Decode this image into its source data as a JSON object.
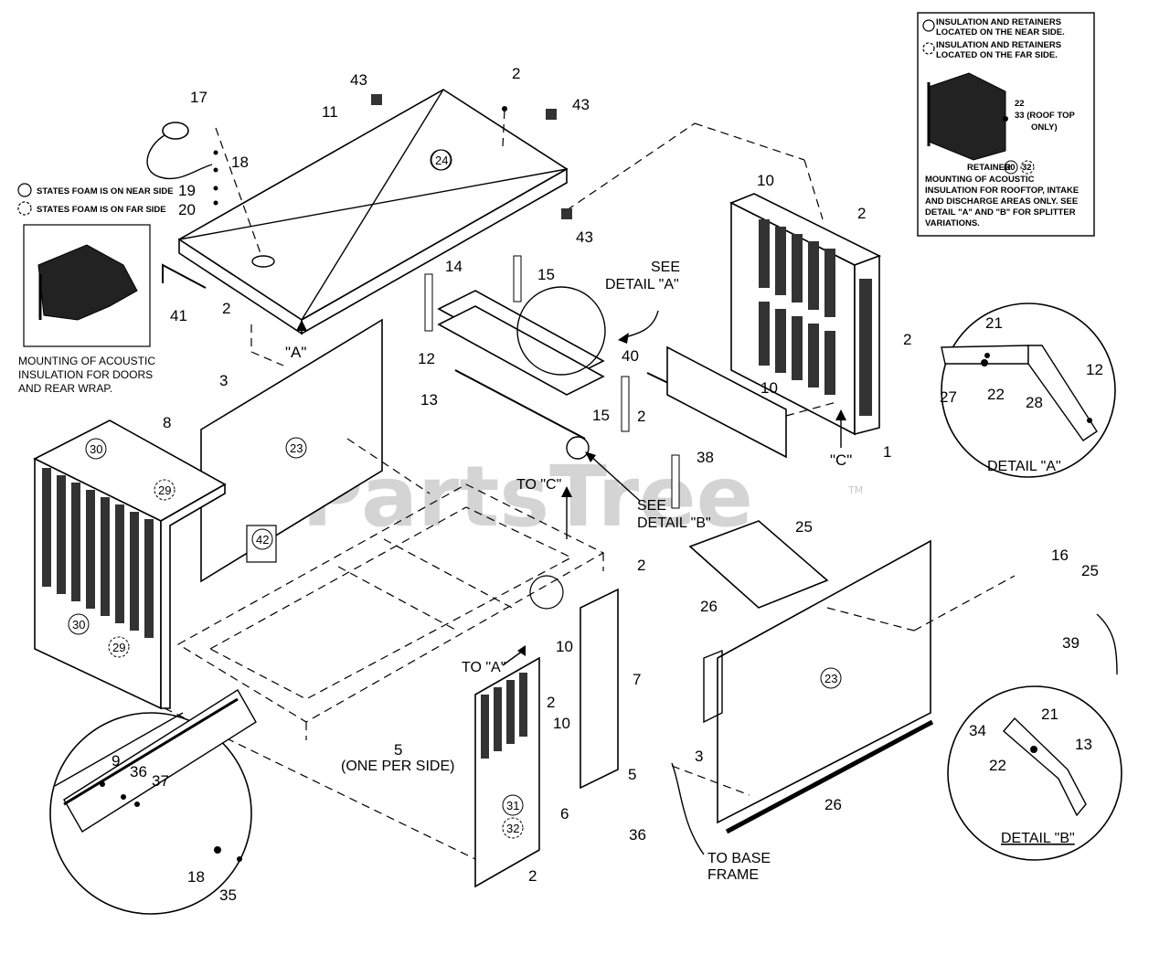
{
  "watermark": "PartsTree",
  "watermark_tm": "TM",
  "callouts": {
    "c17": "17",
    "c11": "11",
    "c43a": "43",
    "c2a": "2",
    "c43b": "43",
    "c18a": "18",
    "c19": "19",
    "c20": "20",
    "c24": "24",
    "c43c": "43",
    "c41": "41",
    "c2b": "2",
    "cA": "\"A\"",
    "c3a": "3",
    "c8": "8",
    "c30a": "30",
    "c29a": "29",
    "c23a": "23",
    "c42": "42",
    "c30b": "30",
    "c29b": "29",
    "c14": "14",
    "c15a": "15",
    "c12a": "12",
    "c13a": "13",
    "c40": "40",
    "c15b": "15",
    "c2c": "2",
    "c10a": "10",
    "c2d": "2",
    "c2e": "2",
    "c10b": "10",
    "c38": "38",
    "cC": "\"C\"",
    "c1": "1",
    "c2f": "2",
    "c25a": "25",
    "c16": "16",
    "c25b": "25",
    "c39": "39",
    "c26a": "26",
    "c23b": "23",
    "c3b": "3",
    "c26b": "26",
    "c7": "7",
    "c10c": "10",
    "c2g": "2",
    "c10d": "10",
    "c5a": "5",
    "c5b": "5",
    "c36a": "36",
    "c6": "6",
    "c31": "31",
    "c32": "32",
    "c2h": "2",
    "c9": "9",
    "c36b": "36",
    "c37": "37",
    "c18b": "18",
    "c35": "35",
    "c21a": "21",
    "c27": "27",
    "c22a": "22",
    "c28": "28",
    "c12b": "12",
    "c34": "34",
    "c21b": "21",
    "c13b": "13",
    "c22b": "22"
  },
  "labels": {
    "see_detail_a_1": "SEE",
    "see_detail_a_2": "DETAIL \"A\"",
    "see_detail_b_1": "SEE",
    "see_detail_b_2": "DETAIL \"B\"",
    "to_c": "TO \"C\"",
    "to_a": "TO \"A\"",
    "one_per_side": "(ONE PER SIDE)",
    "to_base_1": "TO BASE",
    "to_base_2": "FRAME",
    "detail_a": "DETAIL \"A\"",
    "detail_b": "DETAIL \"B\""
  },
  "legend_left": {
    "near": "STATES FOAM IS ON NEAR SIDE",
    "far": "STATES FOAM IS ON FAR SIDE",
    "caption_1": "MOUNTING OF ACOUSTIC",
    "caption_2": "INSULATION FOR DOORS",
    "caption_3": "AND REAR WRAP."
  },
  "legend_right": {
    "near_1": "INSULATION AND RETAINERS",
    "near_2": "LOCATED ON THE NEAR SIDE.",
    "far_1": "INSULATION AND RETAINERS",
    "far_2": "LOCATED ON THE FAR SIDE.",
    "c22": "22",
    "c33": "33 (ROOF TOP",
    "only": "ONLY)",
    "retainer": "RETAINER",
    "r30": "30",
    "r32": "32",
    "caption_1": "MOUNTING OF ACOUSTIC",
    "caption_2": "INSULATION FOR ROOFTOP, INTAKE",
    "caption_3": "AND DISCHARGE AREAS ONLY. SEE",
    "caption_4": "DETAIL \"A\" AND \"B\" FOR SPLITTER",
    "caption_5": "VARIATIONS."
  }
}
